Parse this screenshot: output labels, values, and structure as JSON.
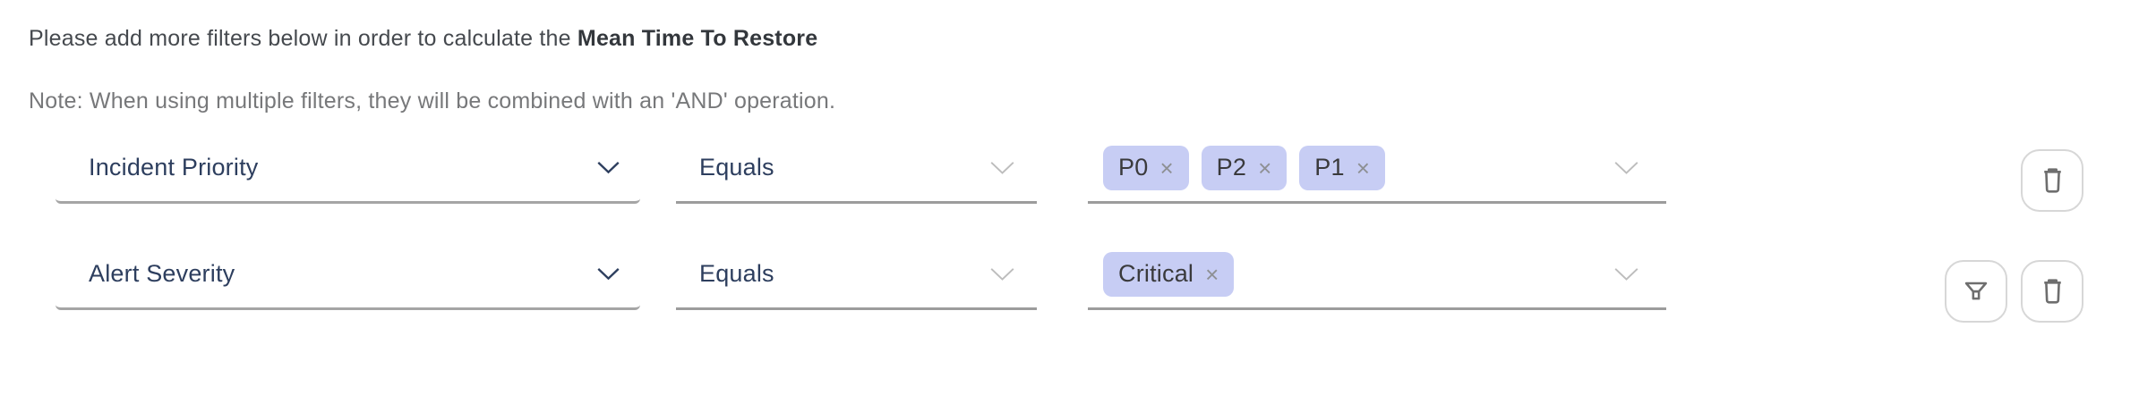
{
  "colors": {
    "accent_text": "#2d3e5e",
    "tag_background": "#c7cdf4",
    "underline": "#9c9c9c",
    "note_text": "#77787a"
  },
  "header": {
    "title_prefix": "Please add more filters below in order to calculate the ",
    "title_metric": "Mean Time To Restore",
    "note": "Note: When using multiple filters, they will be combined with an 'AND' operation."
  },
  "icons": {
    "remove": "×"
  },
  "rows": [
    {
      "attribute": "Incident Priority",
      "operator": "Equals",
      "values": [
        "P0",
        "P2",
        "P1"
      ]
    },
    {
      "attribute": "Alert Severity",
      "operator": "Equals",
      "values": [
        "Critical"
      ]
    }
  ]
}
